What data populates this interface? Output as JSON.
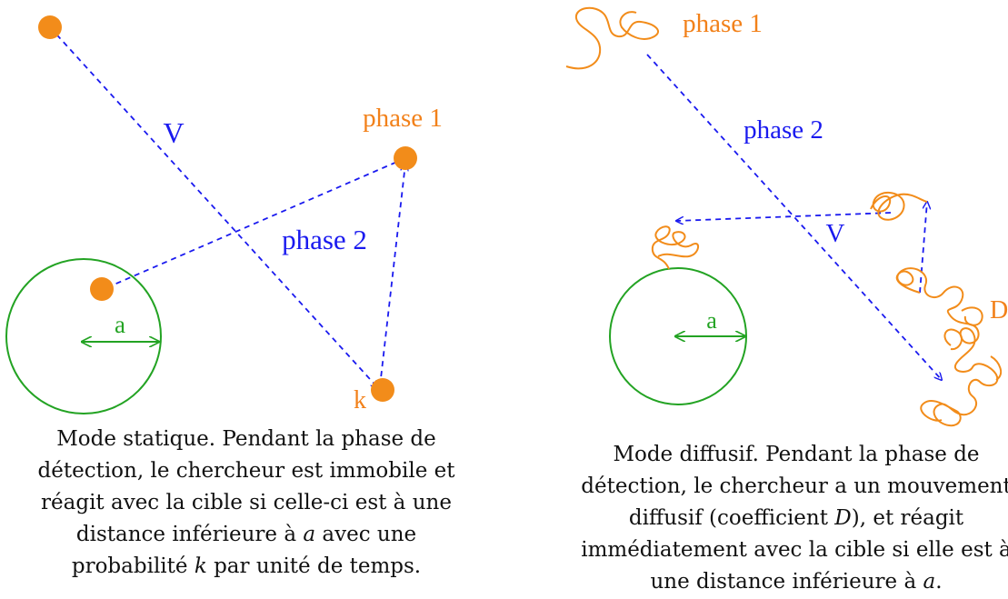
{
  "colors": {
    "orange": "#f28c1a",
    "orange_text": "#f2811a",
    "blue": "#1a1aef",
    "green": "#23a323",
    "text": "#111111"
  },
  "left_panel": {
    "labels": {
      "V": "V",
      "phase1": "phase 1",
      "phase2": "phase 2",
      "a": "a",
      "k": "k"
    },
    "caption": {
      "line1": "Mode statique. Pendant la phase de",
      "line2": "détection, le chercheur est immobile et",
      "line3": "réagit avec la cible si celle-ci est à une",
      "line4_pre": "distance inférieure à ",
      "line4_math": "a",
      "line4_post": " avec une",
      "line5_pre": "probabilité ",
      "line5_math": "k",
      "line5_post": " par unité de temps."
    }
  },
  "right_panel": {
    "labels": {
      "phase1": "phase 1",
      "phase2": "phase 2",
      "V": "V",
      "a": "a",
      "D": "D"
    },
    "caption": {
      "line1": "Mode diffusif. Pendant la phase de",
      "line2": "détection, le chercheur a un mouvement",
      "line3_pre": "diffusif (coefficient ",
      "line3_math": "D",
      "line3_post": "), et réagit",
      "line4": "immédiatement avec la cible si elle est à",
      "line5_pre": "une distance inférieure à ",
      "line5_math": "a",
      "line5_post": "."
    }
  }
}
